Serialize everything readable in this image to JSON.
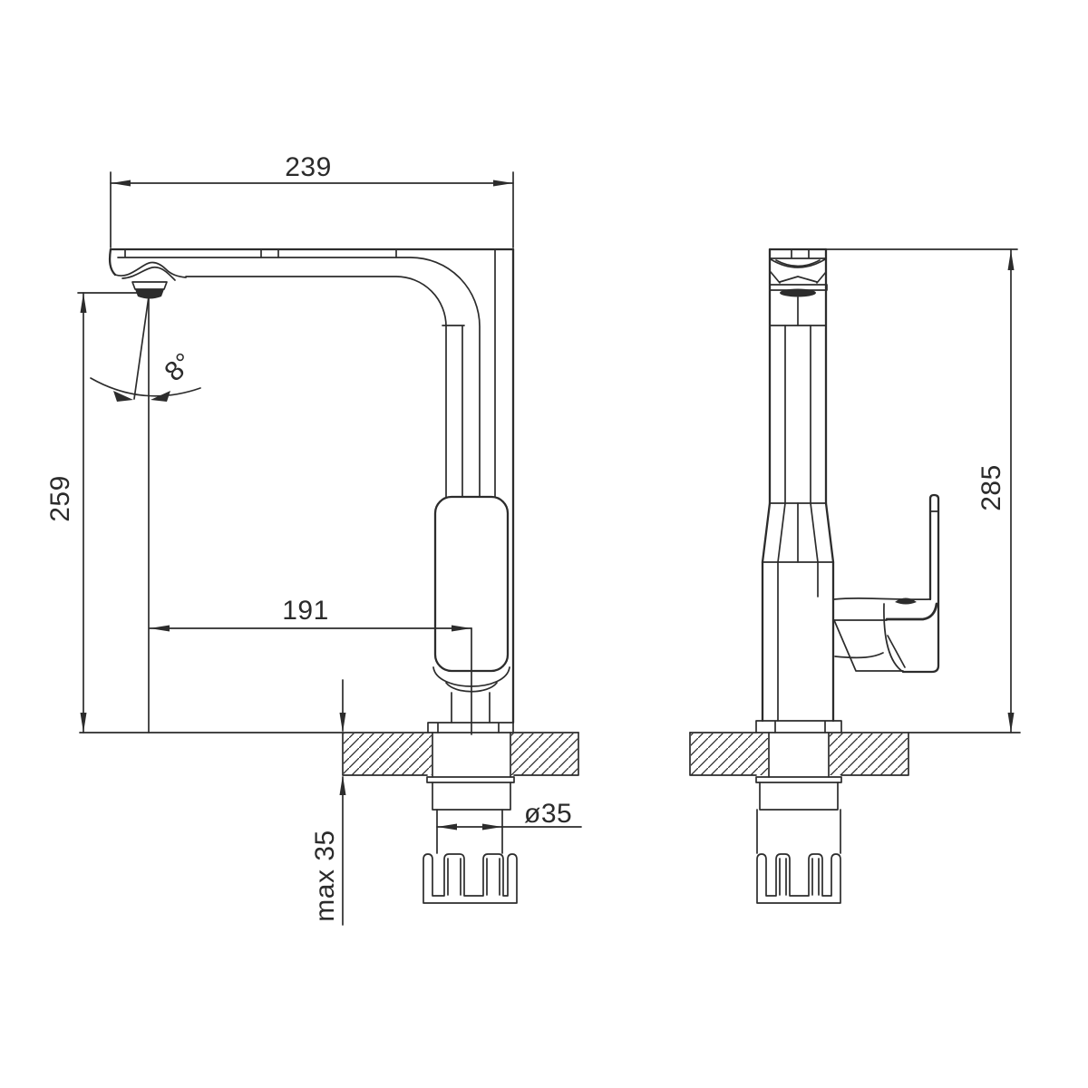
{
  "meta": {
    "drawing_type": "technical dimension drawing",
    "subject": "kitchen faucet, side view and front view",
    "background": "#ffffff",
    "line_color": "#2c2c2c",
    "text_color": "#2b2b2b"
  },
  "dimensions": {
    "spout_reach": "239",
    "outlet_height": "259",
    "outlet_to_axis": "191",
    "outlet_angle": "8°",
    "max_deck_thickness": "max 35",
    "mounting_hole_diameter": "ø35",
    "overall_height": "285"
  }
}
